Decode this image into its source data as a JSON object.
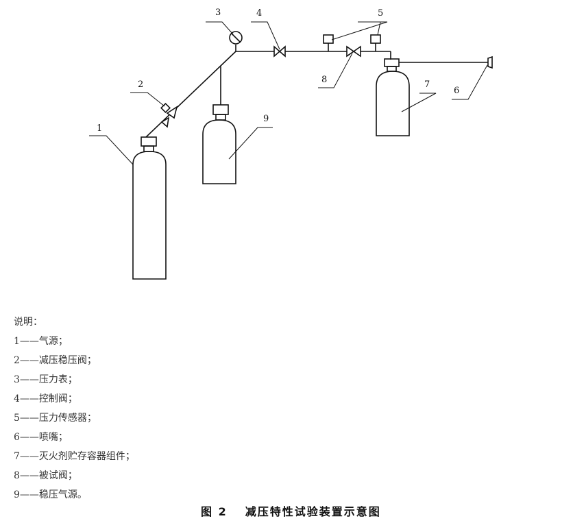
{
  "labels": {
    "l1": "1",
    "l2": "2",
    "l3": "3",
    "l4": "4",
    "l5": "5",
    "l6": "6",
    "l7": "7",
    "l8": "8",
    "l9": "9"
  },
  "legend": {
    "heading": "说明：",
    "items": [
      "1——气源；",
      "2——减压稳压阀；",
      "3——压力表；",
      "4——控制阀；",
      "5——压力传感器；",
      "6——喷嘴；",
      "7——灭火剂贮存容器组件；",
      "8——被试阀；",
      "9——稳压气源。"
    ]
  },
  "caption": {
    "number": "图 2",
    "text": "减压特性试验装置示意图"
  }
}
